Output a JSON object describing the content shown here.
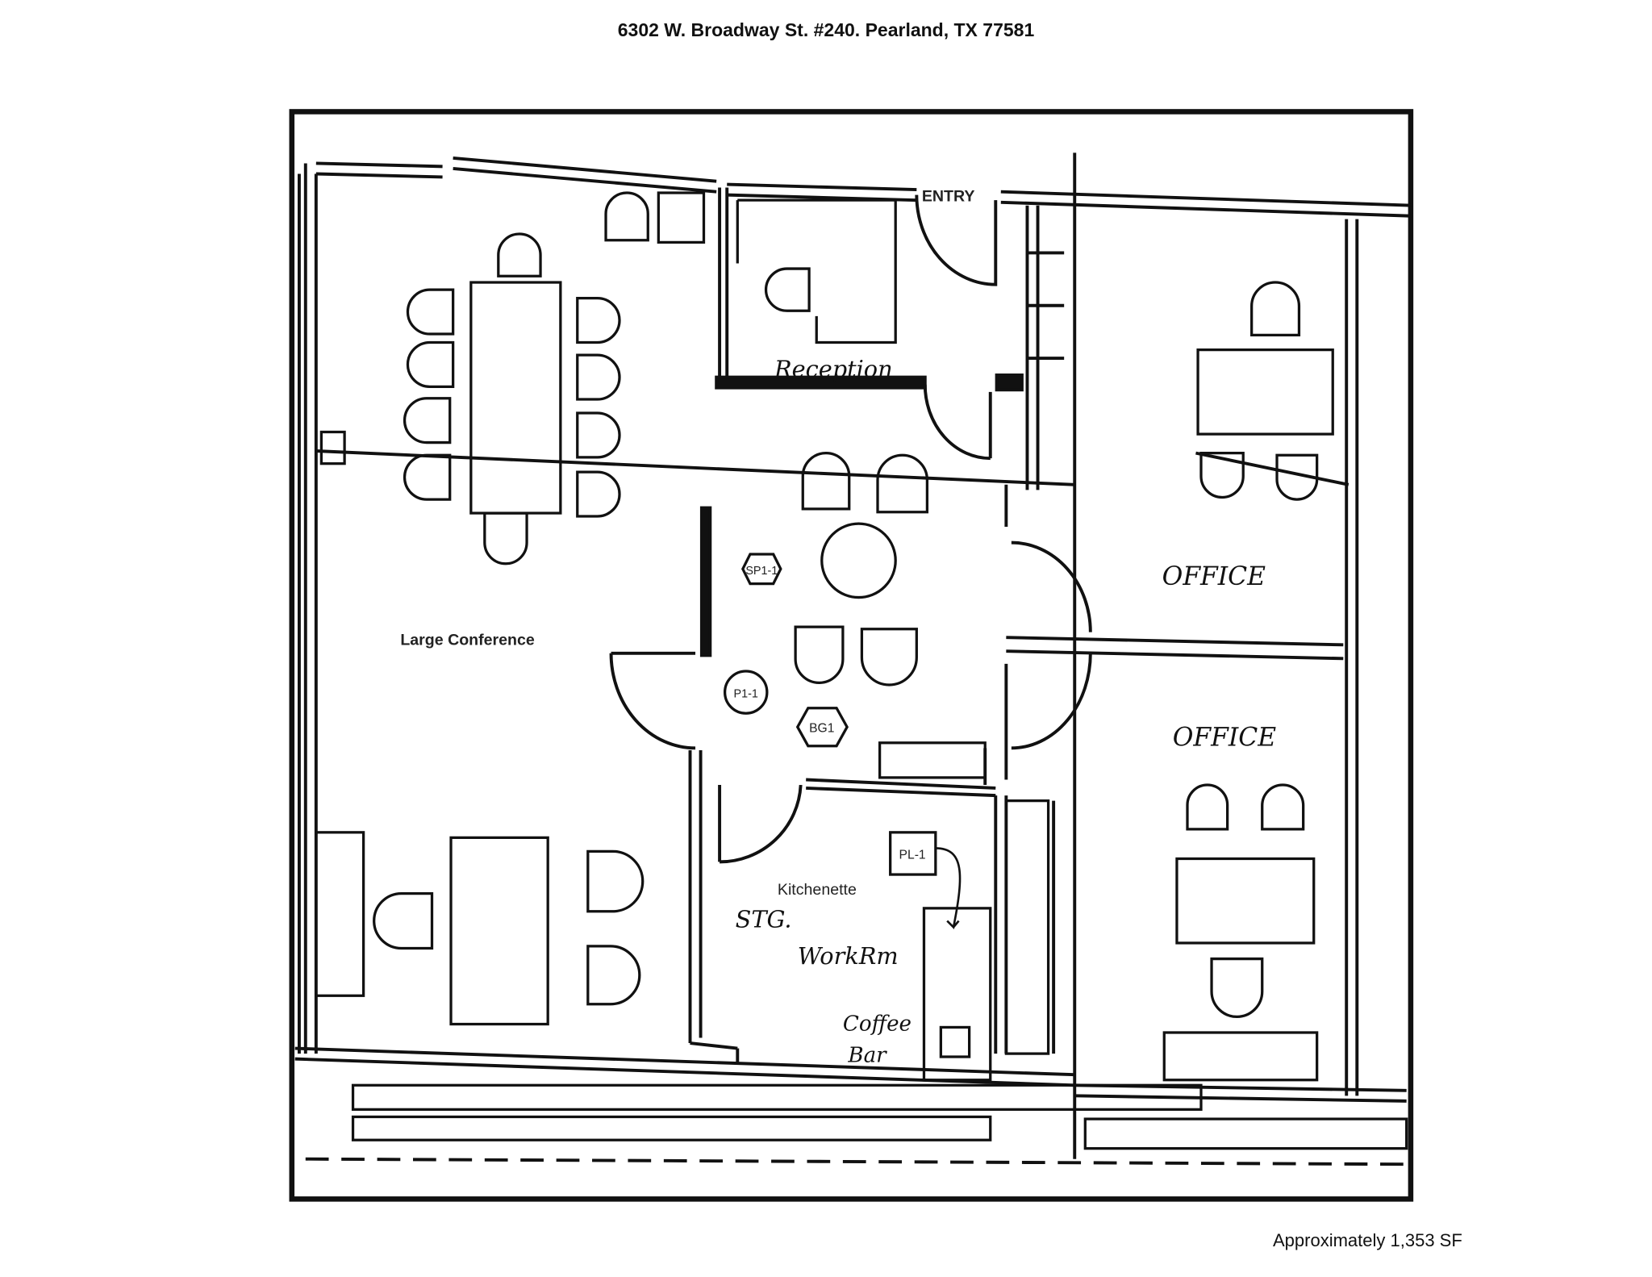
{
  "header": {
    "title": "6302 W. Broadway St. #240. Pearland, TX 77581"
  },
  "footer": {
    "area": "Approximately 1,353 SF"
  },
  "plan": {
    "printed_labels": {
      "entry": "ENTRY",
      "large_conference": "Large Conference",
      "kitchenette": "Kitchenette"
    },
    "handwritten_labels": {
      "reception": "Reception",
      "office_upper": "OFFICE",
      "office_lower": "OFFICE",
      "storage": "STG.",
      "workroom": "WorkRm",
      "coffee": "Coffee",
      "bar": "Bar"
    },
    "tags": {
      "sp1": "SP1-1",
      "p1": "P1-1",
      "bg1": "BG1",
      "pl1": "PL-1"
    }
  }
}
